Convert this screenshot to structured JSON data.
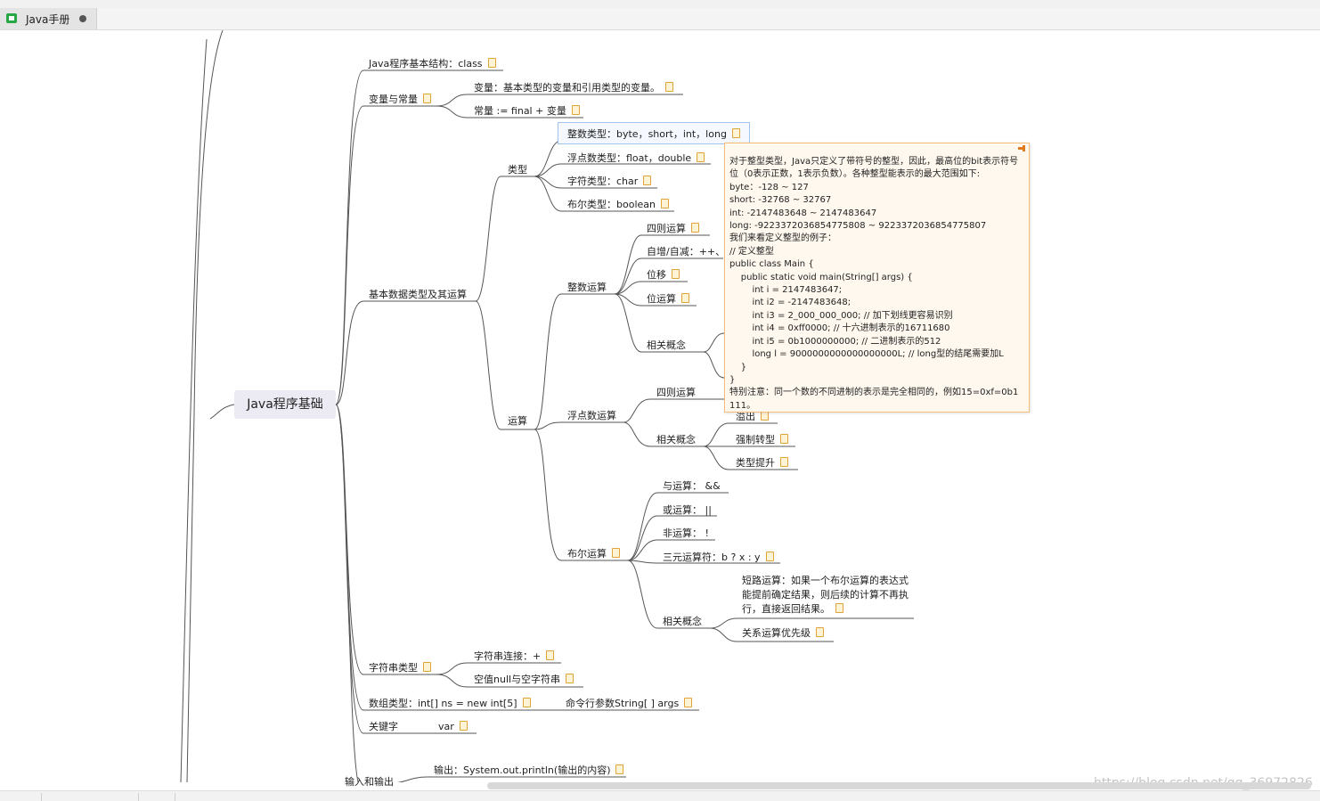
{
  "tab": {
    "title": "Java手册"
  },
  "root": {
    "label": "Java程序基础"
  },
  "nodes": [
    {
      "id": "n1",
      "text": "Java程序基本结构：class",
      "icon": true
    },
    {
      "id": "n2",
      "text": "变量与常量",
      "icon": true
    },
    {
      "id": "n2a",
      "text": "变量：基本类型的变量和引用类型的变量。",
      "icon": true
    },
    {
      "id": "n2b",
      "text": "常量 := final + 变量",
      "icon": true
    },
    {
      "id": "n3",
      "text": "基本数据类型及其运算",
      "icon": false
    },
    {
      "id": "n3a",
      "text": "类型",
      "icon": false
    },
    {
      "id": "n3a1",
      "text": "整数类型：byte，short，int，long",
      "icon": true
    },
    {
      "id": "n3a2",
      "text": "浮点数类型：float，double",
      "icon": true
    },
    {
      "id": "n3a3",
      "text": "字符类型：char",
      "icon": true
    },
    {
      "id": "n3a4",
      "text": "布尔类型：boolean",
      "icon": true
    },
    {
      "id": "n3b",
      "text": "运算",
      "icon": false
    },
    {
      "id": "n3b1",
      "text": "整数运算",
      "icon": false
    },
    {
      "id": "n3b1a",
      "text": "四则运算",
      "icon": true
    },
    {
      "id": "n3b1b",
      "text": "自增/自减：++、",
      "icon": false
    },
    {
      "id": "n3b1c",
      "text": "位移",
      "icon": true
    },
    {
      "id": "n3b1d",
      "text": "位运算",
      "icon": true
    },
    {
      "id": "n3b1e",
      "text": "相关概念",
      "icon": false
    },
    {
      "id": "n3b2",
      "text": "浮点数运算",
      "icon": false
    },
    {
      "id": "n3b2a",
      "text": "四则运算",
      "icon": false
    },
    {
      "id": "n3b2b",
      "text": "相关概念",
      "icon": false
    },
    {
      "id": "n3b2b1",
      "text": "溢出",
      "icon": true
    },
    {
      "id": "n3b2b2",
      "text": "强制转型",
      "icon": true
    },
    {
      "id": "n3b2b3",
      "text": "类型提升",
      "icon": true
    },
    {
      "id": "n3b3",
      "text": "布尔运算",
      "icon": true
    },
    {
      "id": "n3b3a",
      "text": "与运算： &&",
      "icon": false
    },
    {
      "id": "n3b3b",
      "text": "或运算： ||",
      "icon": false
    },
    {
      "id": "n3b3c",
      "text": "非运算： !",
      "icon": false
    },
    {
      "id": "n3b3d",
      "text": "三元运算符：b ? x : y",
      "icon": true
    },
    {
      "id": "n3b3e",
      "text": "相关概念",
      "icon": false
    },
    {
      "id": "n3b3e1",
      "text": "短路运算：如果一个布尔运算的表达式能提前确定结果，则后续的计算不再执行，直接返回结果。",
      "icon": true
    },
    {
      "id": "n3b3e2",
      "text": "关系运算优先级",
      "icon": true
    },
    {
      "id": "n4",
      "text": "字符串类型",
      "icon": true
    },
    {
      "id": "n4a",
      "text": "字符串连接：+",
      "icon": true
    },
    {
      "id": "n4b",
      "text": "空值null与空字符串",
      "icon": true
    },
    {
      "id": "n5",
      "text": "数组类型：int[] ns = new int[5]",
      "icon": true
    },
    {
      "id": "n5a",
      "text": "命令行参数String[ ] args",
      "icon": true
    },
    {
      "id": "n6",
      "text": "关键字",
      "icon": false
    },
    {
      "id": "n6a",
      "text": "var",
      "icon": true
    },
    {
      "id": "n7",
      "text": "输入和输出",
      "icon": false
    },
    {
      "id": "n7a",
      "text": "输出：System.out.println(输出的内容)",
      "icon": true
    }
  ],
  "note": {
    "text": "对于整型类型，Java只定义了带符号的整型，因此，最高位的bit表示符号位（0表示正数，1表示负数）。各种整型能表示的最大范围如下:\nbyte：-128 ~ 127\nshort: -32768 ~ 32767\nint: -2147483648 ~ 2147483647\nlong: -9223372036854775808 ~ 9223372036854775807\n我们来看定义整型的例子：\n// 定义整型\npublic class Main {\n    public static void main(String[] args) {\n        int i = 2147483647;\n        int i2 = -2147483648;\n        int i3 = 2_000_000_000; // 加下划线更容易识别\n        int i4 = 0xff0000; // 十六进制表示的16711680\n        int i5 = 0b1000000000; // 二进制表示的512\n        long l = 9000000000000000000L; // long型的结尾需要加L\n    }\n}\n特别注意：同一个数的不同进制的表示是完全相同的，例如15=0xf=0b1111。"
  },
  "watermark": "https://blog.csdn.net/qq_36972826"
}
